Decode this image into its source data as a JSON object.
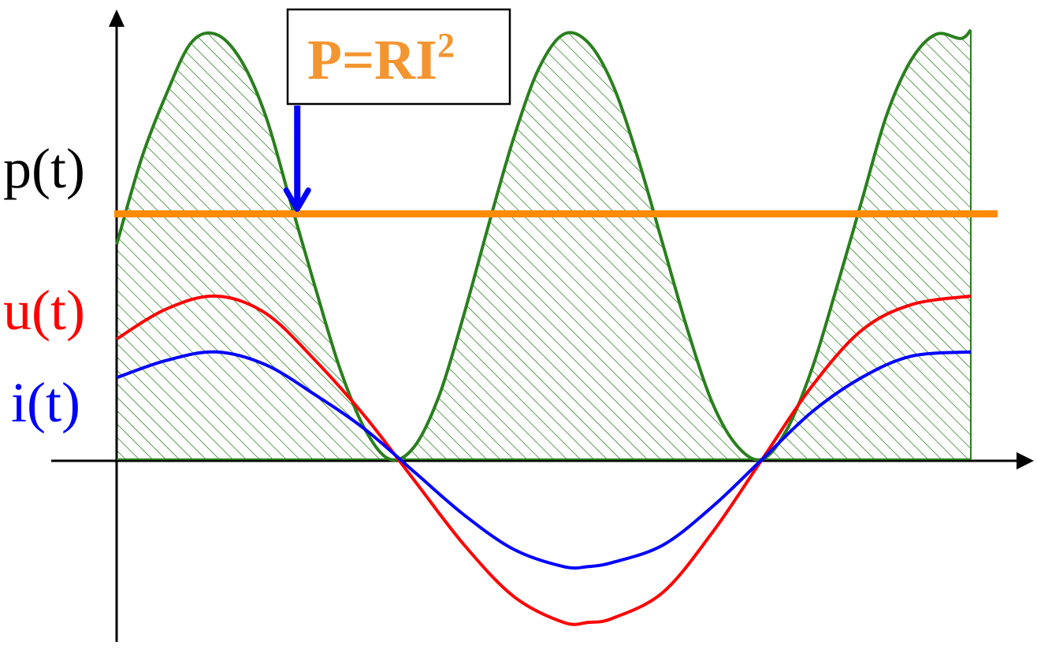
{
  "chart_data": {
    "type": "line",
    "title": "",
    "xlabel": "",
    "ylabel": "",
    "grid": false,
    "legend": "none",
    "x_range": [
      0,
      1.72
    ],
    "y_range": [
      -0.4,
      1.0
    ],
    "series": [
      {
        "name": "p(t)",
        "color": "#2a7f1e",
        "hatch": true,
        "x": [
          0,
          0.05,
          0.1,
          0.15,
          0.2,
          0.25,
          0.3,
          0.35,
          0.4,
          0.45,
          0.5,
          0.55,
          0.6,
          0.65,
          0.7,
          0.75,
          0.8,
          0.85,
          0.9,
          0.95,
          1.0,
          1.05,
          1.1,
          1.15,
          1.2,
          1.25,
          1.3,
          1.35,
          1.4,
          1.45,
          1.5,
          1.55,
          1.6,
          1.65,
          1.7,
          1.72
        ],
        "y": [
          0.5,
          0.7,
          0.85,
          0.97,
          0.99,
          0.93,
          0.8,
          0.6,
          0.4,
          0.21,
          0.07,
          0.0,
          0.03,
          0.15,
          0.34,
          0.55,
          0.75,
          0.91,
          0.99,
          0.97,
          0.87,
          0.7,
          0.5,
          0.3,
          0.13,
          0.03,
          0.0,
          0.07,
          0.21,
          0.4,
          0.6,
          0.8,
          0.93,
          0.99,
          0.98,
          1.0
        ]
      },
      {
        "name": "u(t)",
        "color": "#ff0000",
        "hatch": false,
        "x": [
          0,
          0.1,
          0.2,
          0.3,
          0.4,
          0.5,
          0.6,
          0.7,
          0.8,
          0.9,
          0.95,
          1.0,
          1.1,
          1.2,
          1.3,
          1.4,
          1.5,
          1.6,
          1.72
        ],
        "y": [
          0.28,
          0.35,
          0.38,
          0.34,
          0.23,
          0.1,
          -0.05,
          -0.2,
          -0.32,
          -0.38,
          -0.38,
          -0.37,
          -0.31,
          -0.17,
          0.0,
          0.17,
          0.3,
          0.36,
          0.38
        ]
      },
      {
        "name": "i(t)",
        "color": "#0000ff",
        "hatch": false,
        "x": [
          0,
          0.1,
          0.2,
          0.3,
          0.4,
          0.5,
          0.6,
          0.7,
          0.8,
          0.9,
          0.95,
          1.0,
          1.1,
          1.2,
          1.3,
          1.4,
          1.5,
          1.6,
          1.72
        ],
        "y": [
          0.19,
          0.23,
          0.25,
          0.22,
          0.15,
          0.07,
          -0.03,
          -0.13,
          -0.21,
          -0.25,
          -0.25,
          -0.24,
          -0.2,
          -0.11,
          0.0,
          0.11,
          0.19,
          0.24,
          0.25
        ]
      }
    ],
    "mean_line": {
      "name": "P=RI²",
      "y": 0.5,
      "color": "#ff8c00"
    },
    "annotation": {
      "text_main": "P=RI",
      "text_sup": "2",
      "color": "#f39530",
      "arrow_color": "#0000ff",
      "points_to_x": 0.57
    },
    "axis_labels": {
      "p": {
        "text": "p(t)",
        "color": "#000000"
      },
      "u": {
        "text": "u(t)",
        "color": "#ff0000"
      },
      "i": {
        "text": "i(t)",
        "color": "#0000ff"
      }
    }
  }
}
